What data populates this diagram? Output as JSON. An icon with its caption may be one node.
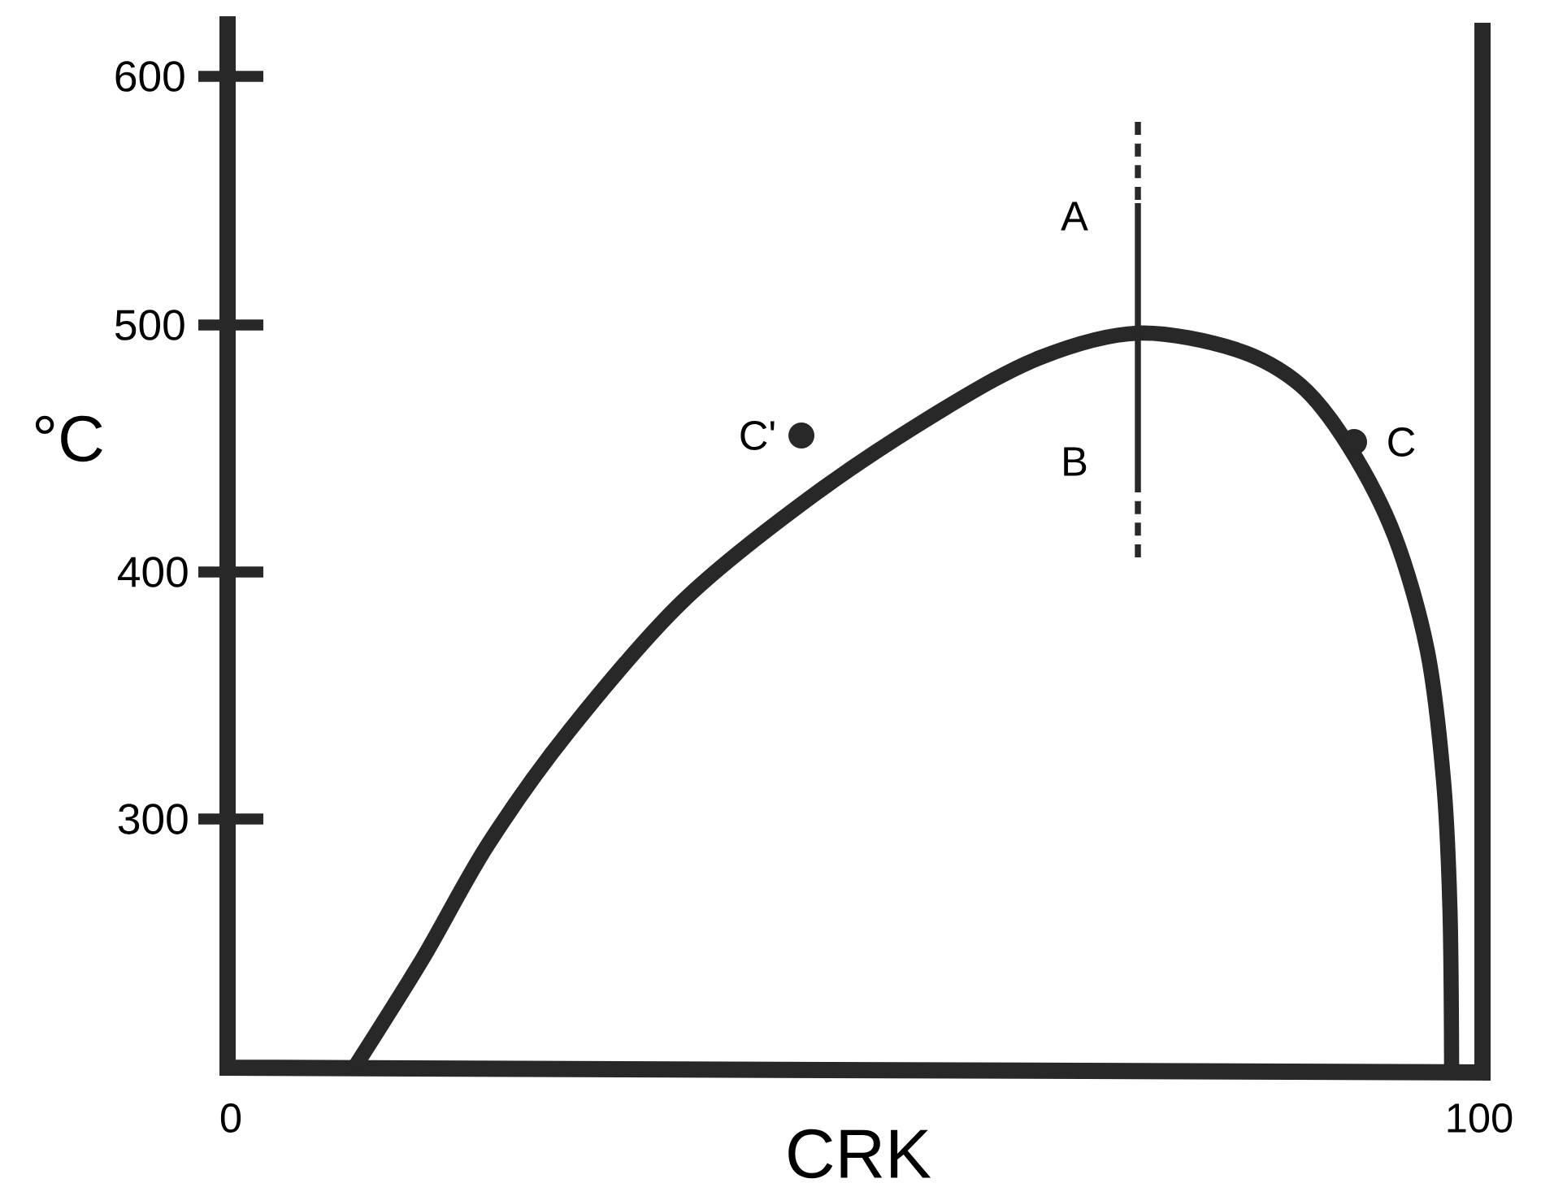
{
  "diagram": {
    "labels": [
      "600",
      "500",
      "°C",
      "400",
      "300",
      "A",
      "C'",
      "B",
      "C",
      "0",
      "100",
      "CRK"
    ]
  }
}
